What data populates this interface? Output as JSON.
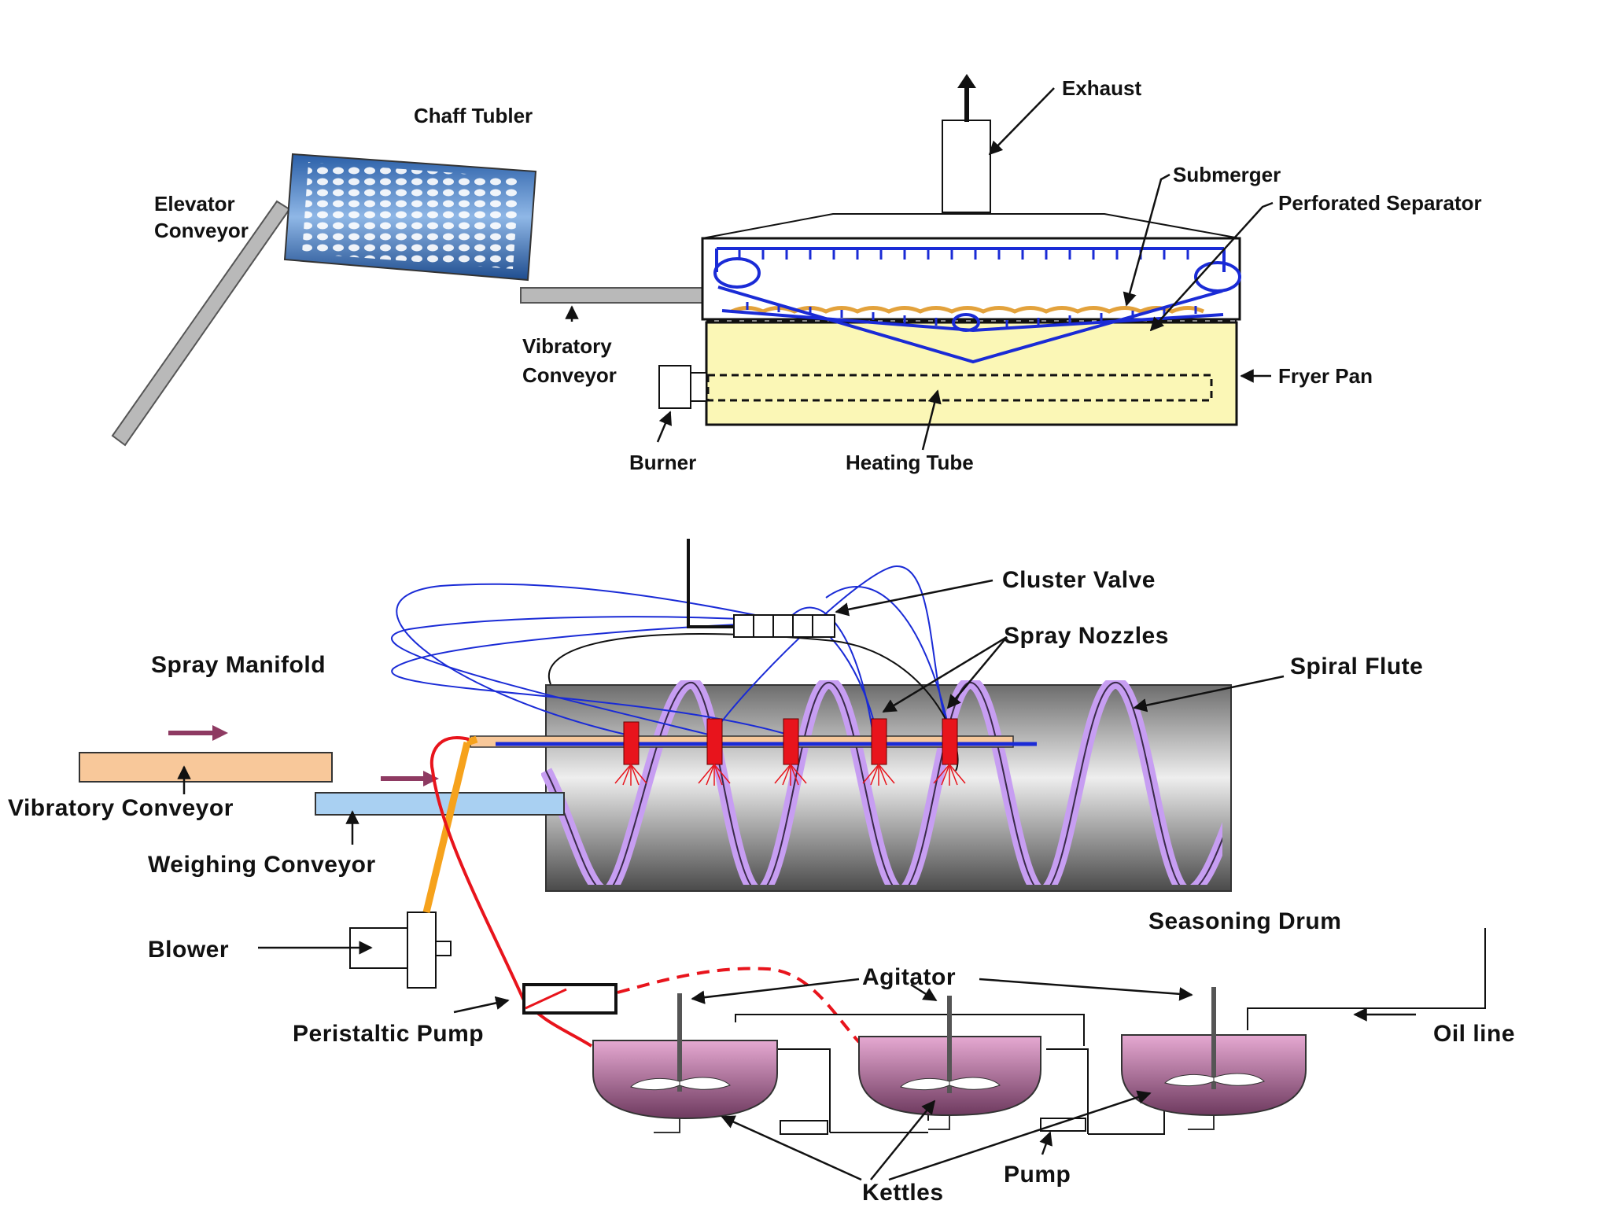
{
  "colors": {
    "submerger_blue": "#1a2bd6",
    "fryer_oil": "#fbf7b6",
    "vibratory_conveyor": "#f8c89a",
    "weighing_conveyor": "#a9d0f2",
    "spiral_flute": "#c79ef2",
    "nozzle_red": "#e8141c",
    "feed_arrow": "#8e3a62",
    "blower_tube": "#f6a21c",
    "kettle_pink": "#d98fc0",
    "oil_line_red": "#e8141c"
  },
  "top_diagram": {
    "labels": {
      "chaff_tumbler": "Chaff Tubler",
      "elevator_conveyor_line1": "Elevator",
      "elevator_conveyor_line2": "Conveyor",
      "exhaust": "Exhaust",
      "submerger": "Submerger",
      "perforated_separator": "Perforated Separator",
      "vibratory_conveyor_line1": "Vibratory",
      "vibratory_conveyor_line2": "Conveyor",
      "fryer_pan": "Fryer Pan",
      "burner": "Burner",
      "heating_tube": "Heating Tube"
    }
  },
  "bottom_diagram": {
    "labels": {
      "cluster_valve": "Cluster Valve",
      "spray_nozzles": "Spray Nozzles",
      "spray_manifold": "Spray Manifold",
      "spiral_flute": "Spiral Flute",
      "vibratory_conveyor": "Vibratory Conveyor",
      "weighing_conveyor": "Weighing Conveyor",
      "seasoning_drum": "Seasoning Drum",
      "blower": "Blower",
      "agitator": "Agitator",
      "peristaltic_pump": "Peristaltic Pump",
      "oil_line": "Oil line",
      "pump": "Pump",
      "kettles": "Kettles"
    }
  }
}
